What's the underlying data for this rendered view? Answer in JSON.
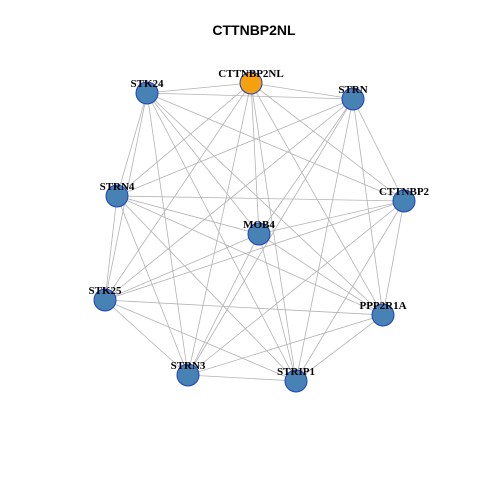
{
  "title": "CTTNBP2NL",
  "colors": {
    "node_default": "#4682b4",
    "node_query": "#f5a00f",
    "node_border": "#1f3fbf",
    "edge": "#b3b3b3"
  },
  "nodes": [
    {
      "id": "CTTNBP2NL",
      "label": "CTTNBP2NL",
      "query": true
    },
    {
      "id": "STK24",
      "label": "STK24",
      "query": false
    },
    {
      "id": "STRN",
      "label": "STRN",
      "query": false
    },
    {
      "id": "STRN4",
      "label": "STRN4",
      "query": false
    },
    {
      "id": "CTTNBP2",
      "label": "CTTNBP2",
      "query": false
    },
    {
      "id": "MOB4",
      "label": "MOB4",
      "query": false
    },
    {
      "id": "STK25",
      "label": "STK25",
      "query": false
    },
    {
      "id": "PPP2R1A",
      "label": "PPP2R1A",
      "query": false
    },
    {
      "id": "STRN3",
      "label": "STRN3",
      "query": false
    },
    {
      "id": "STRIP1",
      "label": "STRIP1",
      "query": false
    }
  ],
  "edges": [
    [
      "CTTNBP2NL",
      "STK24"
    ],
    [
      "CTTNBP2NL",
      "STRN"
    ],
    [
      "CTTNBP2NL",
      "STRN4"
    ],
    [
      "CTTNBP2NL",
      "CTTNBP2"
    ],
    [
      "CTTNBP2NL",
      "MOB4"
    ],
    [
      "CTTNBP2NL",
      "STK25"
    ],
    [
      "CTTNBP2NL",
      "PPP2R1A"
    ],
    [
      "CTTNBP2NL",
      "STRN3"
    ],
    [
      "CTTNBP2NL",
      "STRIP1"
    ],
    [
      "STK24",
      "STRN"
    ],
    [
      "STK24",
      "STRN4"
    ],
    [
      "STK24",
      "CTTNBP2"
    ],
    [
      "STK24",
      "MOB4"
    ],
    [
      "STK24",
      "STK25"
    ],
    [
      "STK24",
      "PPP2R1A"
    ],
    [
      "STK24",
      "STRN3"
    ],
    [
      "STK24",
      "STRIP1"
    ],
    [
      "STRN",
      "STRN4"
    ],
    [
      "STRN",
      "CTTNBP2"
    ],
    [
      "STRN",
      "MOB4"
    ],
    [
      "STRN",
      "STK25"
    ],
    [
      "STRN",
      "PPP2R1A"
    ],
    [
      "STRN",
      "STRN3"
    ],
    [
      "STRN",
      "STRIP1"
    ],
    [
      "STRN4",
      "CTTNBP2"
    ],
    [
      "STRN4",
      "MOB4"
    ],
    [
      "STRN4",
      "STK25"
    ],
    [
      "STRN4",
      "PPP2R1A"
    ],
    [
      "STRN4",
      "STRN3"
    ],
    [
      "STRN4",
      "STRIP1"
    ],
    [
      "CTTNBP2",
      "MOB4"
    ],
    [
      "CTTNBP2",
      "STK25"
    ],
    [
      "CTTNBP2",
      "PPP2R1A"
    ],
    [
      "CTTNBP2",
      "STRN3"
    ],
    [
      "CTTNBP2",
      "STRIP1"
    ],
    [
      "MOB4",
      "STK25"
    ],
    [
      "MOB4",
      "PPP2R1A"
    ],
    [
      "MOB4",
      "STRN3"
    ],
    [
      "MOB4",
      "STRIP1"
    ],
    [
      "STK25",
      "PPP2R1A"
    ],
    [
      "STK25",
      "STRN3"
    ],
    [
      "STK25",
      "STRIP1"
    ],
    [
      "PPP2R1A",
      "STRN3"
    ],
    [
      "PPP2R1A",
      "STRIP1"
    ],
    [
      "STRN3",
      "STRIP1"
    ]
  ]
}
